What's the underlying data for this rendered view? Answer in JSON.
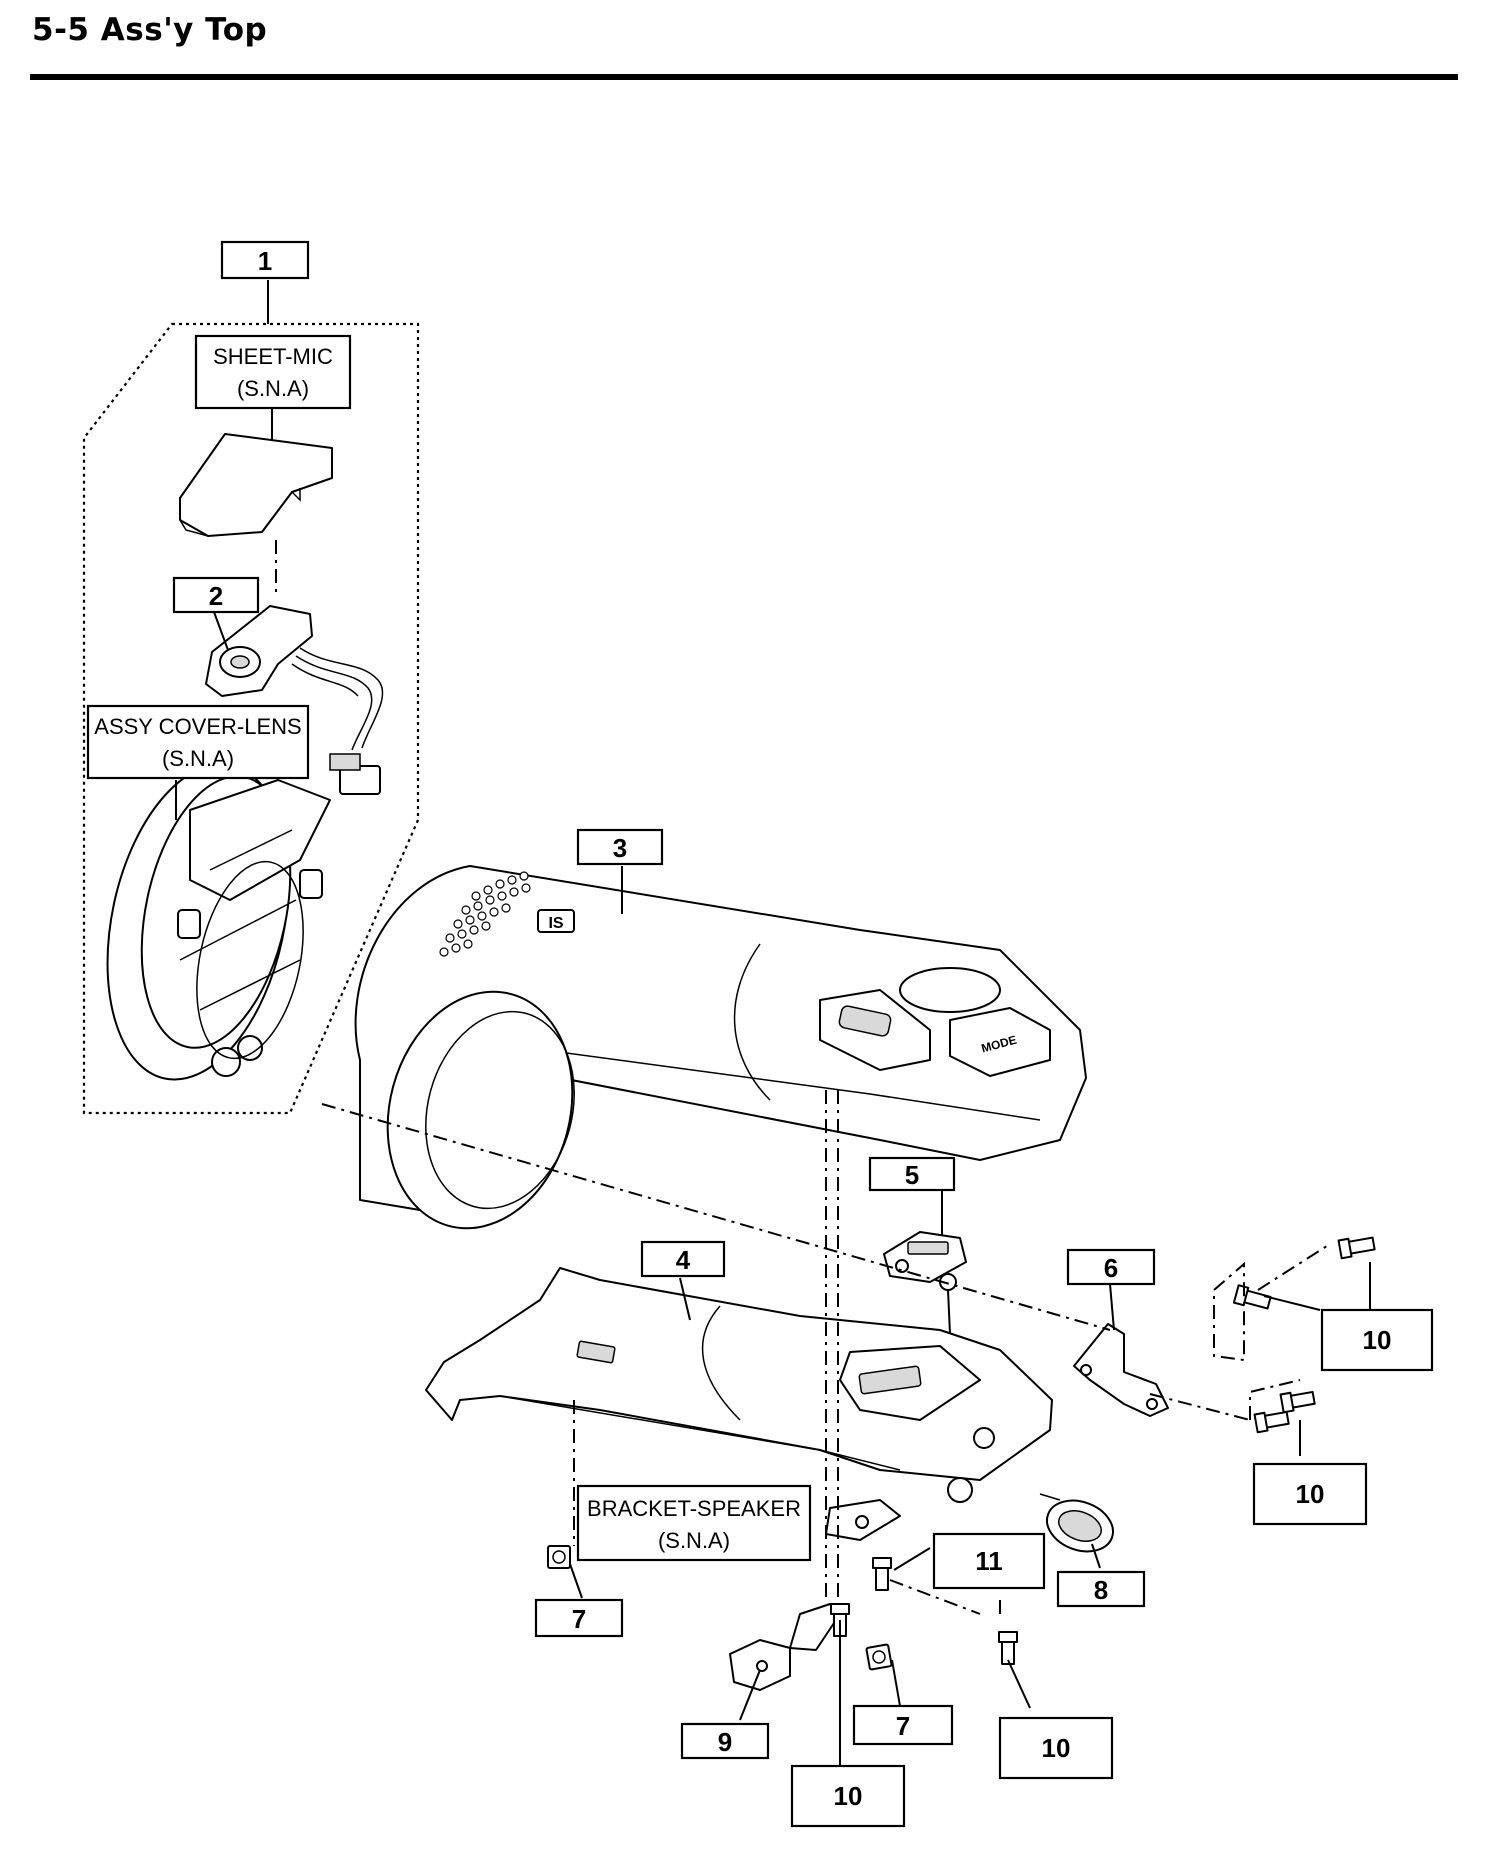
{
  "header": {
    "title": "5-5 Ass'y Top"
  },
  "callouts": [
    {
      "id": "c1",
      "label": "1"
    },
    {
      "id": "c2",
      "label": "2"
    },
    {
      "id": "c3",
      "label": "3"
    },
    {
      "id": "c4",
      "label": "4"
    },
    {
      "id": "c5",
      "label": "5"
    },
    {
      "id": "c6",
      "label": "6"
    },
    {
      "id": "c7a",
      "label": "7"
    },
    {
      "id": "c7b",
      "label": "7"
    },
    {
      "id": "c8",
      "label": "8"
    },
    {
      "id": "c9",
      "label": "9"
    },
    {
      "id": "c10a",
      "label": "10"
    },
    {
      "id": "c10b",
      "label": "10"
    },
    {
      "id": "c10c",
      "label": "10"
    },
    {
      "id": "c10d",
      "label": "10"
    },
    {
      "id": "c11",
      "label": "11"
    }
  ],
  "notes": {
    "sheet_mic": {
      "line1": "SHEET-MIC",
      "line2": "(S.N.A)"
    },
    "assy_cover_lens": {
      "line1": "ASSY COVER-LENS",
      "line2": "(S.N.A)"
    },
    "bracket_speaker": {
      "line1": "BRACKET-SPEAKER",
      "line2": "(S.N.A)"
    }
  },
  "part_marks": {
    "is_logo": "IS",
    "mode_key": "MODE"
  }
}
